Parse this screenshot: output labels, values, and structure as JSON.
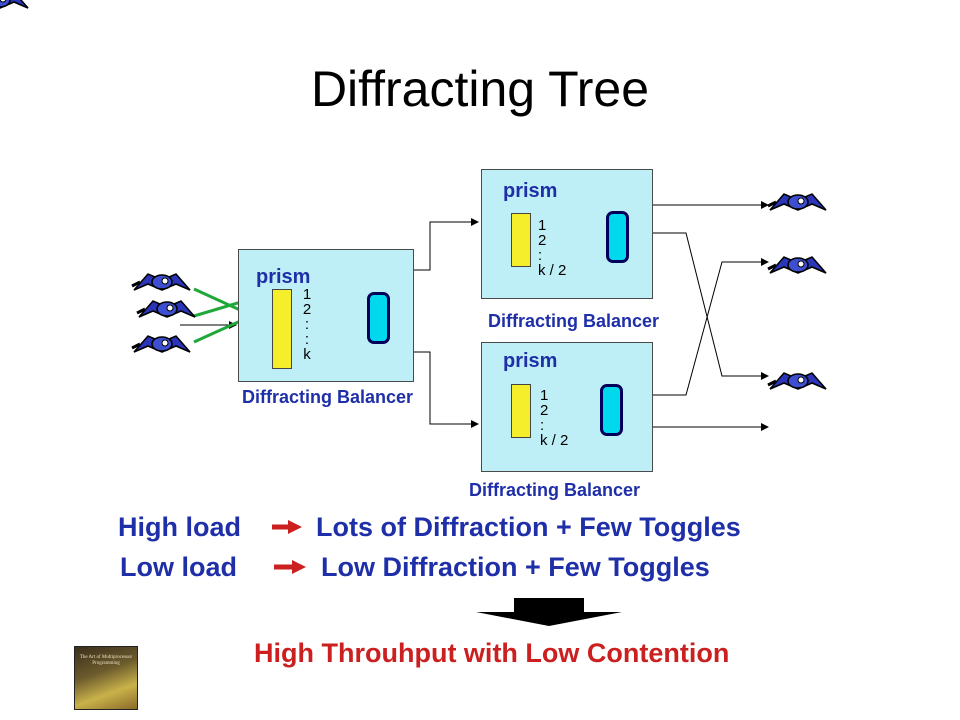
{
  "title": "Diffracting Tree",
  "balancers": {
    "root": {
      "prism_label": "prism",
      "slots": [
        "1",
        "2",
        ":",
        ":",
        "k"
      ],
      "caption": "Diffracting Balancer"
    },
    "top": {
      "prism_label": "prism",
      "slots": [
        "1",
        "2",
        ":",
        "k / 2"
      ],
      "caption": "Diffracting Balancer"
    },
    "bottom": {
      "prism_label": "prism",
      "slots": [
        "1",
        "2",
        ":",
        "k / 2"
      ],
      "caption": "Diffracting Balancer"
    }
  },
  "statements": {
    "high_load": {
      "left": "High load",
      "right": "Lots of Diffraction + Few Toggles"
    },
    "low_load": {
      "left": "Low load",
      "right": "Low Diffraction + Few Toggles"
    }
  },
  "conclusion": "High Throuhput with Low Contention",
  "book_cover": "The Art of Multiprocessor Programming",
  "colors": {
    "title": "#000000",
    "labels": "#1f2fa8",
    "conclusion": "#cc1f1f",
    "box_fill": "#bfeff6",
    "queue": "#f5ee2a",
    "toggle": "#00d8ee",
    "arrows": "#1fa83a"
  },
  "icons": [
    "bird-icon",
    "arrow-right-icon",
    "down-arrow-icon"
  ]
}
